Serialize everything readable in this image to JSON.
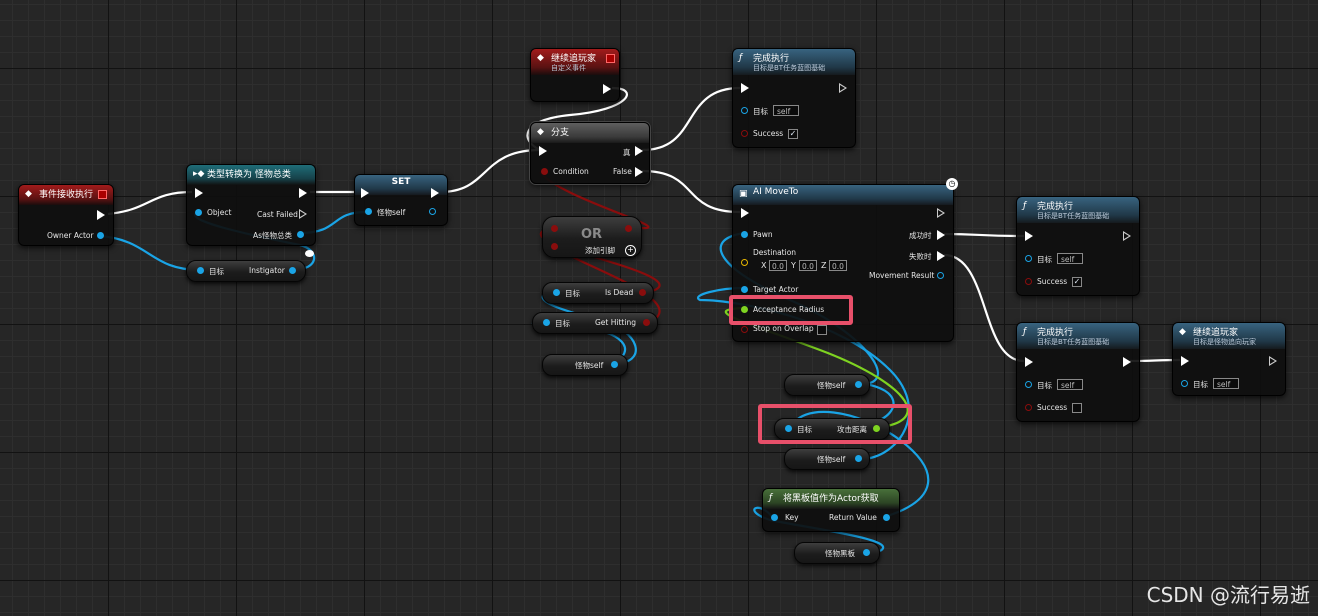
{
  "watermark": "CSDN @流行易逝",
  "nodes": {
    "event_receive": {
      "title": "事件接收执行",
      "pin_owner_actor": "Owner Actor"
    },
    "cast": {
      "title": "类型转换为 怪物总类",
      "pin_object": "Object",
      "pin_cast_failed": "Cast Failed",
      "pin_as": "As怪物总类"
    },
    "get_target_instigator": {
      "pin_target": "目标",
      "pin_instigator": "Instigator"
    },
    "set_node": {
      "title": "SET",
      "pin_var": "怪物self"
    },
    "custom_event": {
      "title": "继续追玩家",
      "subtitle": "自定义事件"
    },
    "branch": {
      "title": "分支",
      "pin_condition": "Condition",
      "pin_true": "真",
      "pin_false": "False"
    },
    "or_node": {
      "title": "OR",
      "add_pin": "添加引脚"
    },
    "is_dead": {
      "pin_target": "目标",
      "pin_value": "Is Dead"
    },
    "get_hitting": {
      "pin_target": "目标",
      "pin_value": "Get Hitting"
    },
    "var_monster_self_1": {
      "label": "怪物self"
    },
    "finish_exec_1": {
      "title": "完成执行",
      "subtitle": "目标是BT任务蓝图基础",
      "pin_target": "目标",
      "target_value": "self",
      "pin_success": "Success",
      "success_checked": "✓"
    },
    "ai_moveto": {
      "title": "AI MoveTo",
      "pin_pawn": "Pawn",
      "pin_destination": "Destination",
      "x_label": "X",
      "x_value": "0.0",
      "y_label": "Y",
      "y_value": "0.0",
      "z_label": "Z",
      "z_value": "0.0",
      "pin_target_actor": "Target Actor",
      "pin_acceptance": "Acceptance Radius",
      "pin_stop_overlap": "Stop on Overlap",
      "pin_success": "成功时",
      "pin_fail": "失败时",
      "pin_result": "Movement Result"
    },
    "var_monster_self_2": {
      "label": "怪物self"
    },
    "attack_range": {
      "pin_target": "目标",
      "pin_value": "攻击距离"
    },
    "var_monster_self_3": {
      "label": "怪物self"
    },
    "bb_get_actor": {
      "title": "将黑板值作为Actor获取",
      "pin_key": "Key",
      "pin_return": "Return Value"
    },
    "var_blackboard": {
      "label": "怪物黑板"
    },
    "finish_exec_2": {
      "title": "完成执行",
      "subtitle": "目标是BT任务蓝图基础",
      "pin_target": "目标",
      "target_value": "self",
      "pin_success": "Success",
      "success_checked": "✓"
    },
    "finish_exec_3": {
      "title": "完成执行",
      "subtitle": "目标是BT任务蓝图基础",
      "pin_target": "目标",
      "target_value": "self",
      "pin_success": "Success",
      "success_checked": ""
    },
    "call_chase": {
      "title": "继续追玩家",
      "subtitle": "目标是怪物追向玩家",
      "pin_target": "目标",
      "target_value": "self"
    }
  },
  "colors": {
    "exec_wire": "#ffffff",
    "object_wire": "#1aa4e6",
    "bool_wire": "#8a0d0d",
    "float_wire": "#7ed321",
    "highlight": "#e8506a"
  }
}
